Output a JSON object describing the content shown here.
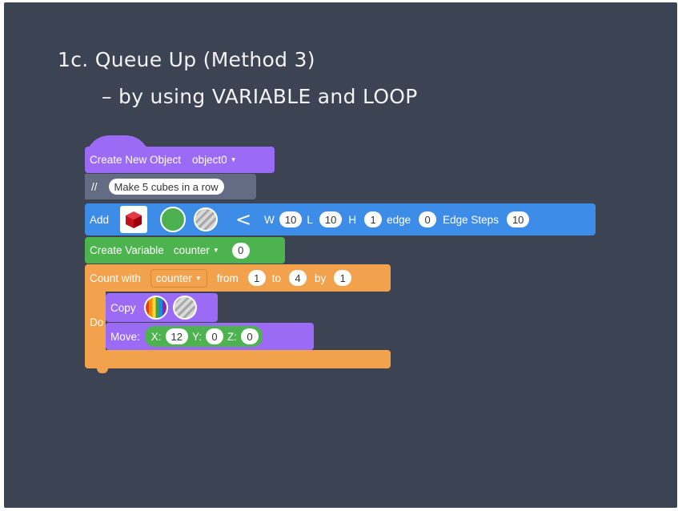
{
  "slide": {
    "title": "1c. Queue Up (Method 3)",
    "subtitle": "– by using VARIABLE and LOOP"
  },
  "blocks": {
    "create_object": {
      "label": "Create New Object",
      "object": "object0"
    },
    "comment": {
      "prefix": "//",
      "text": "Make 5 cubes in a row"
    },
    "add": {
      "label": "Add",
      "w_label": "W",
      "w": "10",
      "l_label": "L",
      "l": "10",
      "h_label": "H",
      "h": "1",
      "edge_label": "edge",
      "edge": "0",
      "edge_steps_label": "Edge Steps",
      "edge_steps": "10",
      "chevron": "<"
    },
    "create_variable": {
      "label": "Create Variable",
      "variable": "counter",
      "value": "0"
    },
    "count_with": {
      "label": "Count with",
      "variable": "counter",
      "from_label": "from",
      "from": "1",
      "to_label": "to",
      "to": "4",
      "by_label": "by",
      "by": "1",
      "do_label": "Do"
    },
    "copy": {
      "label": "Copy"
    },
    "move": {
      "label": "Move:",
      "x_label": "X:",
      "x": "12",
      "y_label": "Y:",
      "y": "0",
      "z_label": "Z:",
      "z": "0"
    }
  },
  "colors": {
    "background": "#3c4353",
    "object_block": "#9b6bf5",
    "comment_block": "#646c83",
    "add_block": "#3d8de8",
    "variable_block": "#4db34f",
    "loop_block": "#f2a24c",
    "cube_red": "#d0021b",
    "swatch_green": "#4caf50"
  },
  "icons": {
    "cube": "red-cube-icon",
    "color": "green-color-swatch-icon",
    "texture": "striped-texture-icon",
    "rainbow": "rainbow-color-icon"
  }
}
